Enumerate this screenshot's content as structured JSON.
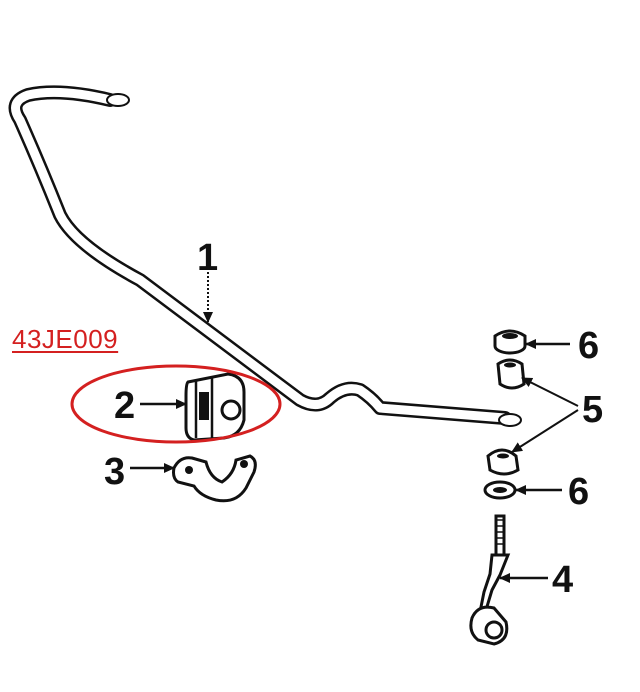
{
  "diagram": {
    "part_code": "43JE009",
    "highlight_color": "#d42020",
    "ink_color": "#111111",
    "callouts": {
      "stabilizer_bar": "1",
      "bushing": "2",
      "bracket": "3",
      "link": "4",
      "link_bushing": "5",
      "washer_upper": "6",
      "washer_lower": "6"
    }
  }
}
